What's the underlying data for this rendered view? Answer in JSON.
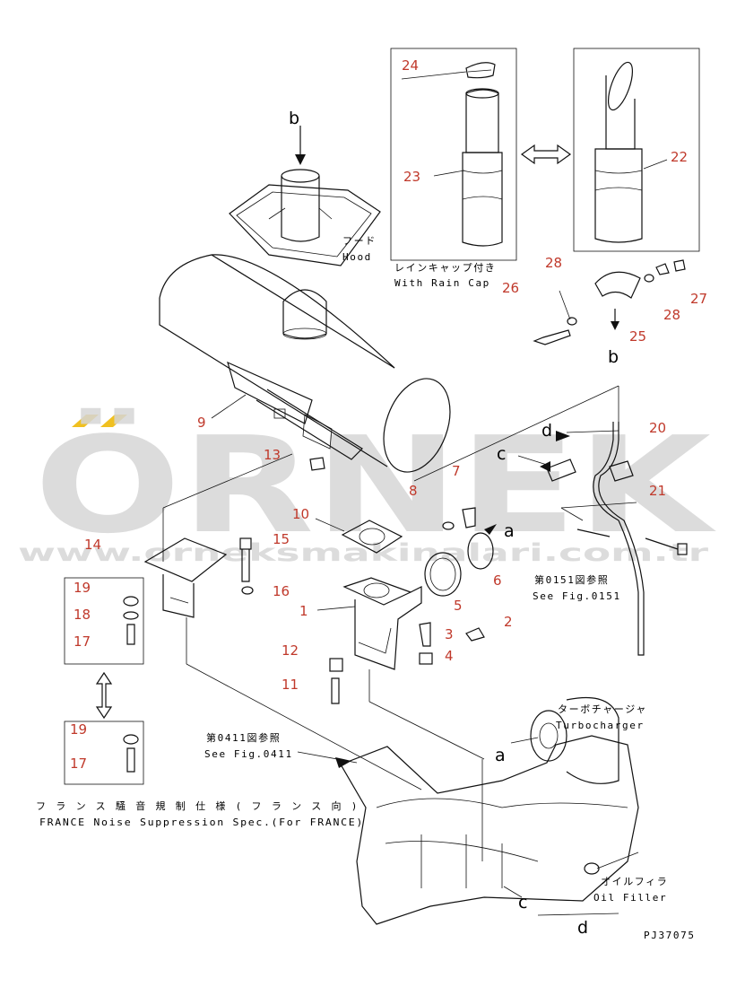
{
  "watermark": {
    "brand": "ÖRNEK",
    "url": "www.orneksmakinalari.com.tr",
    "accent_color": "#f0c020"
  },
  "labels": {
    "hood_jp": "フード",
    "hood_en": "Hood",
    "rain_cap_jp": "レインキャップ付き",
    "rain_cap_en": "With Rain Cap",
    "ref_0151_jp": "第0151図参照",
    "ref_0151_en": "See Fig.0151",
    "ref_0411_jp": "第0411図参照",
    "ref_0411_en": "See Fig.0411",
    "turbo_jp": "ターボチャージャ",
    "turbo_en": "Turbocharger",
    "oil_jp": "オイルフィラ",
    "oil_en": "Oil Filler",
    "france_jp": "フランス騒音規制仕様(フランス向)",
    "france_en": "FRANCE Noise Suppression Spec.(For FRANCE)",
    "drawing_code": "PJ37075"
  },
  "part_numbers": {
    "p1": "1",
    "p2": "2",
    "p3": "3",
    "p4": "4",
    "p5": "5",
    "p6": "6",
    "p7": "7",
    "p8": "8",
    "p9": "9",
    "p10": "10",
    "p11": "11",
    "p12": "12",
    "p13": "13",
    "p14": "14",
    "p15": "15",
    "p16": "16",
    "p17": "17",
    "p18": "18",
    "p19": "19",
    "p20": "20",
    "p21": "21",
    "p22": "22",
    "p23": "23",
    "p24": "24",
    "p25": "25",
    "p26": "26",
    "p27": "27",
    "p28": "28",
    "p17b": "17",
    "p19b": "19",
    "p28b": "28"
  },
  "letters": {
    "a": "a",
    "b": "b",
    "c": "c",
    "d": "d"
  }
}
